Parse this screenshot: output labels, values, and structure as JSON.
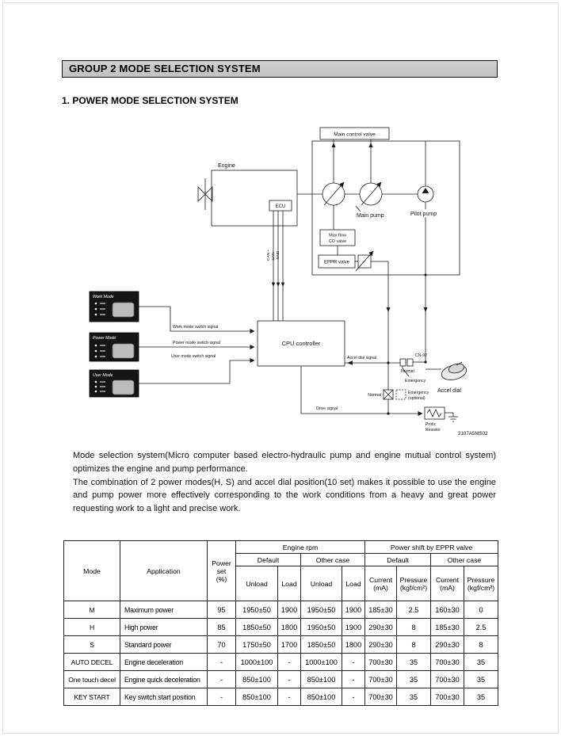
{
  "page": {
    "group_title": "GROUP  2  MODE SELECTION SYSTEM",
    "section_title": "1. POWER MODE SELECTION SYSTEM",
    "paragraphs": [
      "Mode selection system(Micro computer based electro-hydraulic pump and engine mutual control system) optimizes the engine and pump performance.",
      "The combination of 2 power modes(H, S) and accel dial position(10 set) makes it possible to use the engine and pump power more effectively corresponding to the work conditions from a heavy and great power requesting work to a light and precise work."
    ]
  },
  "diagram": {
    "figure_code": "2107A5MS02",
    "labels": {
      "main_control_valve": "Main control valve",
      "engine": "Engine",
      "ecu": "ECU",
      "can_p": "CAN +",
      "can_m": "CAN -",
      "gnd": "GND",
      "main_pump": "Main pump",
      "pilot_pump": "Pilot pump",
      "max_flow_1": "Max flow",
      "max_flow_2": "CO valve",
      "eppr_valve": "EPPR valve",
      "cpu": "CPU controller",
      "work_mode": "Work Mode",
      "power_mode": "Power Mode",
      "user_mode": "User Mode",
      "sig_work": "Work mode switch signal",
      "sig_power": "Power mode swtich signal",
      "sig_user": "User mode switch signal",
      "sig_accel": "Accel dial signal",
      "sig_drive": "Drive signal",
      "cn92": "CN-92",
      "normal_a": "Normal",
      "emergency_a": "Emergency",
      "normal_b": "Normal",
      "emergency_b": "Emergency",
      "optional": "(optional)",
      "accel_dial": "Accel dial",
      "prolix_1": "Prolix",
      "prolix_2": "Resistor"
    }
  },
  "table": {
    "headers": {
      "mode": "Mode",
      "application": "Application",
      "power_set": "Power\nset\n(%)",
      "engine_rpm": "Engine rpm",
      "power_shift": "Power shift by EPPR valve",
      "default": "Default",
      "other_case": "Other case",
      "unload": "Unload",
      "load": "Load",
      "current": "Current\n(mA)",
      "pressure": "Pressure\n(kgf/cm²)"
    },
    "rows": [
      [
        "M",
        "Maximum power",
        "95",
        "1950±50",
        "1900",
        "1950±50",
        "1900",
        "185±30",
        "2.5",
        "160±30",
        "0"
      ],
      [
        "H",
        "High power",
        "85",
        "1850±50",
        "1800",
        "1950±50",
        "1900",
        "290±30",
        "8",
        "185±30",
        "2.5"
      ],
      [
        "S",
        "Standard power",
        "70",
        "1750±50",
        "1700",
        "1850±50",
        "1800",
        "290±30",
        "8",
        "290±30",
        "8"
      ],
      [
        "AUTO DECEL",
        "Engine deceleration",
        "-",
        "1000±100",
        "-",
        "1000±100",
        "-",
        "700±30",
        "35",
        "700±30",
        "35"
      ],
      [
        "One touch decel",
        "Engine quick deceleration",
        "-",
        "850±100",
        "-",
        "850±100",
        "-",
        "700±30",
        "35",
        "700±30",
        "35"
      ],
      [
        "KEY START",
        "Key switch start position",
        "-",
        "850±100",
        "-",
        "850±100",
        "-",
        "700±30",
        "35",
        "700±30",
        "35"
      ]
    ]
  }
}
